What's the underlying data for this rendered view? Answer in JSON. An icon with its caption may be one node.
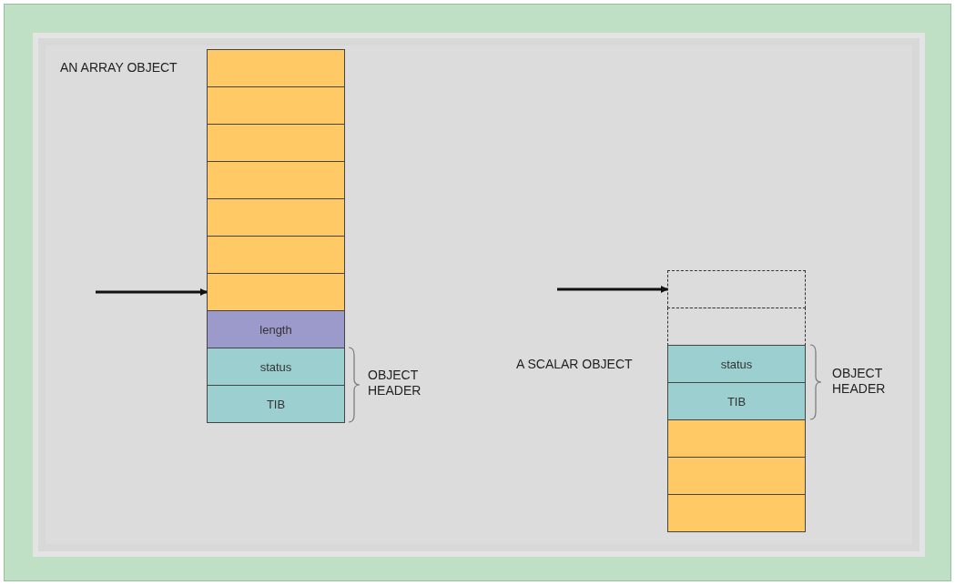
{
  "diagram": {
    "nodes": [
      {
        "text": [],
        "shape": "box"
      },
      {
        "text": [],
        "shape": "box"
      },
      {
        "text": [],
        "shape": "box"
      },
      {
        "text": [],
        "shape": "box"
      },
      {
        "text": [],
        "shape": "box"
      },
      {
        "text": [],
        "shape": "box"
      },
      {
        "text": [],
        "shape": "box"
      },
      {
        "text": [
          "length"
        ]
      },
      {
        "text": [
          "status"
        ]
      },
      {
        "text": [
          "TIB"
        ]
      },
      {
        "text": [],
        "shape": "box"
      },
      {
        "text": [],
        "shape": "box"
      },
      {
        "text": [
          "status"
        ]
      },
      {
        "text": [
          "TIB"
        ]
      },
      {
        "text": [],
        "shape": "box"
      },
      {
        "text": [],
        "shape": "box"
      },
      {
        "text": [],
        "shape": "box"
      }
    ],
    "edges": [
      {
        "from": null,
        "to": 6,
        "arrow": "to"
      },
      {
        "from": null,
        "to": 10,
        "arrow": "to"
      }
    ],
    "labels": [
      "AN ARRAY OBJECT",
      "OBJECT HEADER",
      "A SCALAR OBJECT",
      "OBJECT HEADER"
    ]
  }
}
